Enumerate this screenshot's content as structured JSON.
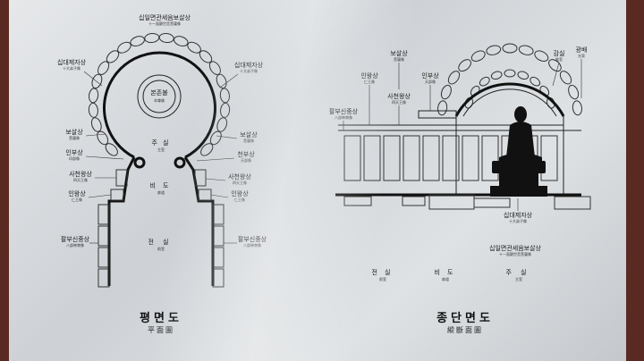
{
  "plan": {
    "title": "평면도",
    "subtitle": "平面圖",
    "labels": {
      "top": {
        "ko": "십일면관세음보살상",
        "hanja": "十一面觀世音菩薩像"
      },
      "ten_left": {
        "ko": "십대제자상",
        "hanja": "十大弟子像"
      },
      "ten_right": {
        "ko": "십대제자상",
        "hanja": "十大弟子像"
      },
      "buddha": {
        "ko": "본존불",
        "hanja": "本尊佛"
      },
      "bosal_left": {
        "ko": "보살상",
        "hanja": "菩薩像"
      },
      "bosal_right": {
        "ko": "보살상",
        "hanja": "菩薩像"
      },
      "jusil": {
        "ko": "주실",
        "hanja": "主室"
      },
      "indra": {
        "ko": "인부상",
        "hanja": "印部像"
      },
      "cheonbu": {
        "ko": "천부상",
        "hanja": "天部像"
      },
      "sacheon_left": {
        "ko": "사천왕상",
        "hanja": "四天王像"
      },
      "sacheon_right": {
        "ko": "사천왕상",
        "hanja": "四天王像"
      },
      "bido": {
        "ko": "비도",
        "hanja": "扉道"
      },
      "inwang_left": {
        "ko": "인왕상",
        "hanja": "仁王像"
      },
      "inwang_right": {
        "ko": "인왕상",
        "hanja": "仁王像"
      },
      "palbu_left": {
        "ko": "팔부신중상",
        "hanja": "八部神衆像"
      },
      "palbu_right": {
        "ko": "팔부신중상",
        "hanja": "八部神衆像"
      },
      "jeonsil": {
        "ko": "전실",
        "hanja": "前室"
      }
    }
  },
  "section": {
    "title": "종단면도",
    "subtitle": "縱斷面圖",
    "labels": {
      "bosal": {
        "ko": "보살상",
        "hanja": "菩薩像"
      },
      "inwang": {
        "ko": "인왕상",
        "hanja": "仁王像"
      },
      "indra": {
        "ko": "인부상",
        "hanja": "天部像"
      },
      "sacheon": {
        "ko": "사천왕상",
        "hanja": "四天王像"
      },
      "palbu": {
        "ko": "팔부신중상",
        "hanja": "八部神衆像"
      },
      "gamsil": {
        "ko": "감실",
        "hanja": "龕室"
      },
      "gwangbae": {
        "ko": "광배",
        "hanja": "光背"
      },
      "ten": {
        "ko": "십대제자상",
        "hanja": "十大弟子像"
      },
      "top": {
        "ko": "십일면관세음보살상",
        "hanja": "十一面觀世音菩薩像"
      },
      "jeonsil": {
        "ko": "전실",
        "hanja": "前室"
      },
      "bido": {
        "ko": "비도",
        "hanja": "扉道"
      },
      "jusil": {
        "ko": "주실",
        "hanja": "主室"
      }
    }
  }
}
